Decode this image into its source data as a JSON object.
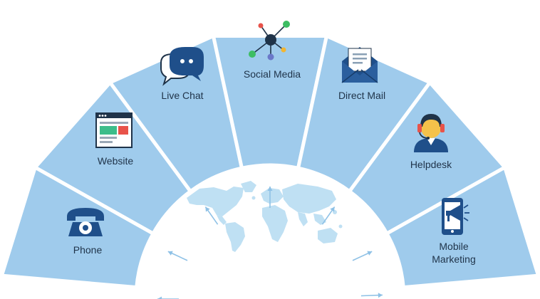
{
  "channels": [
    {
      "id": "phone",
      "label_lines": [
        "Phone"
      ],
      "icon": "phone-icon"
    },
    {
      "id": "website",
      "label_lines": [
        "Website"
      ],
      "icon": "website-icon"
    },
    {
      "id": "live-chat",
      "label_lines": [
        "Live Chat"
      ],
      "icon": "chat-bubbles-icon"
    },
    {
      "id": "social-media",
      "label_lines": [
        "Social Media"
      ],
      "icon": "network-icon"
    },
    {
      "id": "direct-mail",
      "label_lines": [
        "Direct Mail"
      ],
      "icon": "envelope-icon"
    },
    {
      "id": "helpdesk",
      "label_lines": [
        "Helpdesk"
      ],
      "icon": "headset-agent-icon"
    },
    {
      "id": "mobile-marketing",
      "label_lines": [
        "Mobile",
        "Marketing"
      ],
      "icon": "mobile-megaphone-icon"
    }
  ],
  "center": {
    "icon": "world-map-icon"
  },
  "colors": {
    "segment_fill": "#9fcbec",
    "divider": "#ffffff",
    "label_text": "#1f3349",
    "icon_navy": "#1f4f8a",
    "arrow": "#8ec1e6",
    "map": "#bfe0f3"
  }
}
